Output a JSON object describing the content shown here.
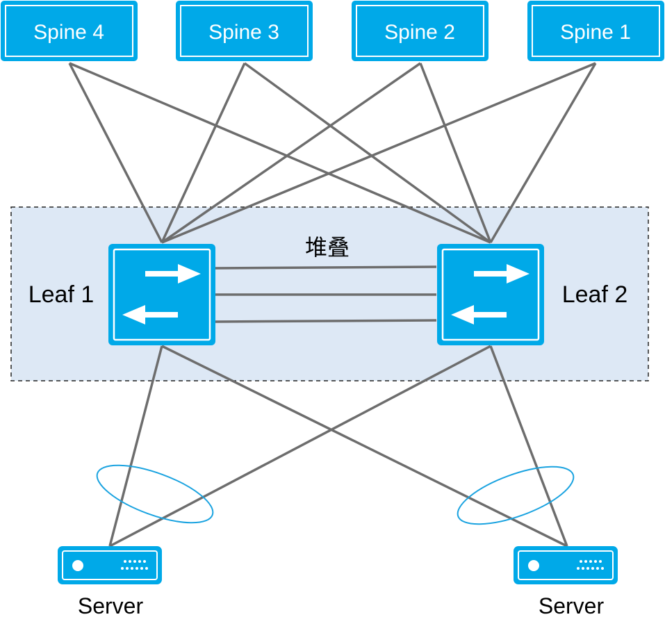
{
  "spines": [
    {
      "id": "spine4",
      "label": "Spine 4"
    },
    {
      "id": "spine3",
      "label": "Spine 3"
    },
    {
      "id": "spine2",
      "label": "Spine 2"
    },
    {
      "id": "spine1",
      "label": "Spine 1"
    }
  ],
  "leaves": [
    {
      "id": "leaf1",
      "label": "Leaf 1"
    },
    {
      "id": "leaf2",
      "label": "Leaf 2"
    }
  ],
  "stack": {
    "label": "堆叠"
  },
  "servers": [
    {
      "id": "server1",
      "label": "Server"
    },
    {
      "id": "server2",
      "label": "Server"
    }
  ],
  "colors": {
    "accent": "#00a9e8",
    "link": "#6d6d6d",
    "stack_zone": "#dde8f5",
    "lag_ring": "#1aa3e0"
  }
}
